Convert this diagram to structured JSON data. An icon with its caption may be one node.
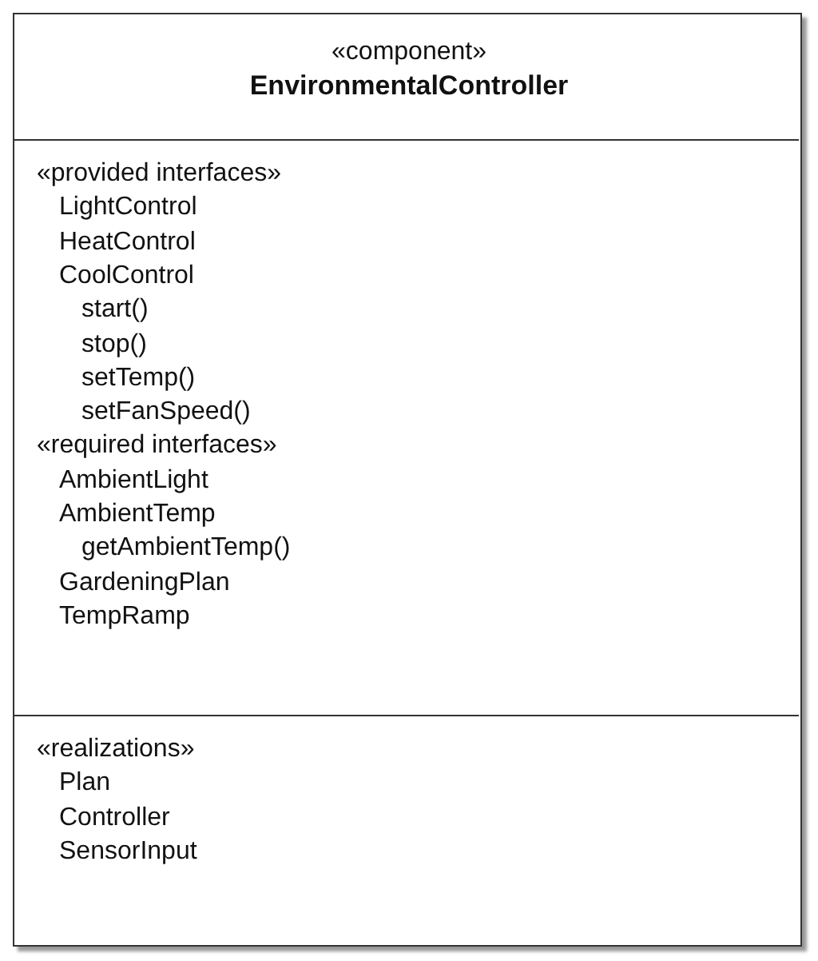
{
  "diagram": {
    "nodes": [
      {
        "text": [
          "«component»",
          "EnvironmentalController"
        ]
      },
      {
        "text": [
          "«provided interfaces»",
          "LightControl",
          "HeatControl",
          "CoolControl",
          "start()",
          "stop()",
          "setTemp()",
          "setFanSpeed()",
          "«required interfaces»",
          "AmbientLight",
          "AmbientTemp",
          "getAmbientTemp()",
          "GardeningPlan",
          "TempRamp"
        ],
        "in": 0
      },
      {
        "text": [
          "«realizations»",
          "Plan",
          "Controller",
          "SensorInput"
        ],
        "in": 0
      }
    ]
  }
}
